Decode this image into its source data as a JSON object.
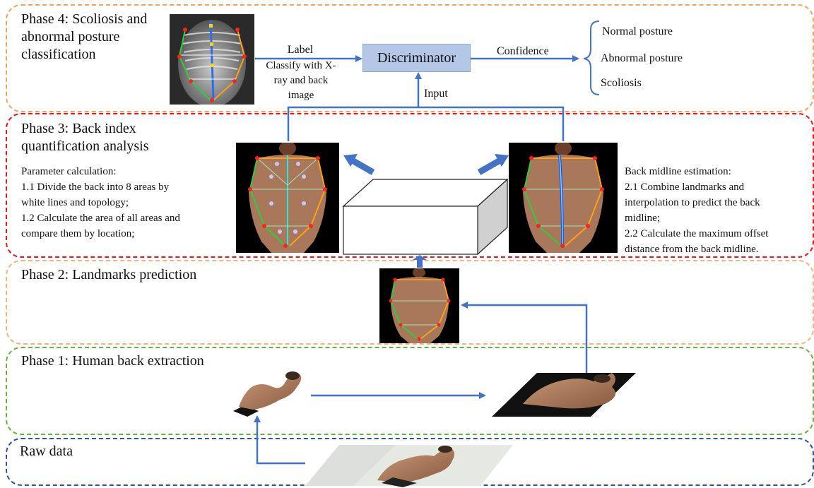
{
  "phase4": {
    "title_line1": "Phase 4: Scoliosis and",
    "title_line2": "abnormal posture",
    "title_line3": "classification",
    "label_text": "Label",
    "classify_line1": "Classify  with X-",
    "classify_line2": "ray and back",
    "classify_line3": "image",
    "discriminator": "Discriminator",
    "confidence": "Confidence",
    "input": "Input",
    "outputs": [
      "Normal posture",
      "Abnormal posture",
      "Scoliosis"
    ]
  },
  "phase3": {
    "title_line1": "Phase 3: Back index",
    "title_line2": "quantification analysis",
    "left_text": [
      "Parameter calculation:",
      "1.1 Divide the back into 8 areas by",
      "white lines and topology;",
      "1.2 Calculate the area of all areas and",
      "compare them by location;"
    ],
    "right_text": [
      "Back midline estimation:",
      "2.1 Combine landmarks and",
      "interpolation to predict the back",
      "midline;",
      "2.2 Calculate the maximum offset",
      "distance from the back midline."
    ]
  },
  "phase2": {
    "title": "Phase 2: Landmarks prediction"
  },
  "phase1": {
    "title": "Phase 1: Human back extraction"
  },
  "raw": {
    "title": "Raw data"
  },
  "colors": {
    "phase4_border": "#f4a460",
    "phase3_border": "#e8171e",
    "phase2_border": "#f4b183",
    "phase1_border": "#70ad47",
    "raw_border": "#2f5597",
    "arrow": "#4472c4",
    "discriminator_fill": "#b4c7e7"
  }
}
